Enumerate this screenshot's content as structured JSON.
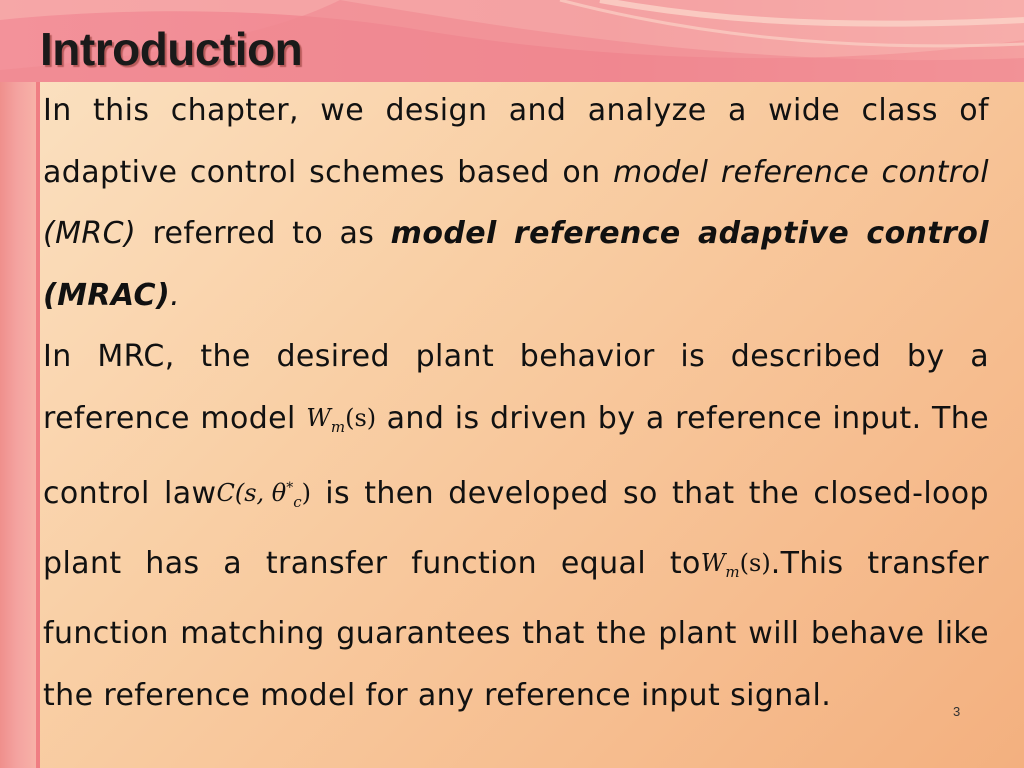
{
  "slide": {
    "title": "Introduction",
    "paragraph1": {
      "t1": "In this chapter, we design and analyze a wide class of adaptive control schemes based on ",
      "t2": "model reference control (MRC)",
      "t3": " referred to as ",
      "t4": "model reference adaptive control (MRAC)",
      "t5": "."
    },
    "paragraph2": {
      "t1": "In MRC, the desired plant behavior is described by a reference model ",
      "m1": {
        "base": "W",
        "sub": "m",
        "args": "(s)"
      },
      "t2": " and is driven by a reference input. The control law",
      "m2": {
        "base": "C(s, θ",
        "sup": "*",
        "sub": "c",
        "close": ")"
      },
      "t3": " is then developed so that the closed-loop  plant  has  a transfer function equal to",
      "m3": {
        "base": "W",
        "sub": "m",
        "args": "(s)"
      },
      "t4": ".This transfer function matching guarantees that the plant will behave like the reference model for any reference input signal."
    },
    "page_number": "3"
  }
}
